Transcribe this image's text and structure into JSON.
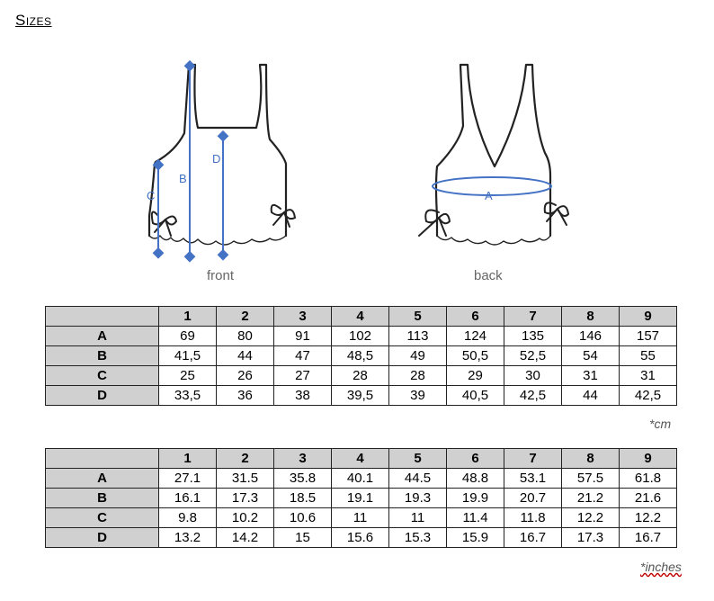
{
  "title": "Sizes",
  "diagram": {
    "front_caption": "front",
    "back_caption": "back",
    "measure_labels": {
      "a": "A",
      "b": "B",
      "c": "C",
      "d": "D"
    }
  },
  "colors": {
    "measure": "#4472c4",
    "header_fill": "#d0d0d0"
  },
  "tables": [
    {
      "unit": "*cm",
      "columns": [
        "1",
        "2",
        "3",
        "4",
        "5",
        "6",
        "7",
        "8",
        "9"
      ],
      "rows": [
        {
          "label": "A",
          "values": [
            "69",
            "80",
            "91",
            "102",
            "113",
            "124",
            "135",
            "146",
            "157"
          ]
        },
        {
          "label": "B",
          "values": [
            "41,5",
            "44",
            "47",
            "48,5",
            "49",
            "50,5",
            "52,5",
            "54",
            "55"
          ]
        },
        {
          "label": "C",
          "values": [
            "25",
            "26",
            "27",
            "28",
            "28",
            "29",
            "30",
            "31",
            "31"
          ]
        },
        {
          "label": "D",
          "values": [
            "33,5",
            "36",
            "38",
            "39,5",
            "39",
            "40,5",
            "42,5",
            "44",
            "42,5"
          ]
        }
      ]
    },
    {
      "unit": "*inches",
      "columns": [
        "1",
        "2",
        "3",
        "4",
        "5",
        "6",
        "7",
        "8",
        "9"
      ],
      "rows": [
        {
          "label": "A",
          "values": [
            "27.1",
            "31.5",
            "35.8",
            "40.1",
            "44.5",
            "48.8",
            "53.1",
            "57.5",
            "61.8"
          ]
        },
        {
          "label": "B",
          "values": [
            "16.1",
            "17.3",
            "18.5",
            "19.1",
            "19.3",
            "19.9",
            "20.7",
            "21.2",
            "21.6"
          ]
        },
        {
          "label": "C",
          "values": [
            "9.8",
            "10.2",
            "10.6",
            "11",
            "11",
            "11.4",
            "11.8",
            "12.2",
            "12.2"
          ]
        },
        {
          "label": "D",
          "values": [
            "13.2",
            "14.2",
            "15",
            "15.6",
            "15.3",
            "15.9",
            "16.7",
            "17.3",
            "16.7"
          ]
        }
      ]
    }
  ]
}
